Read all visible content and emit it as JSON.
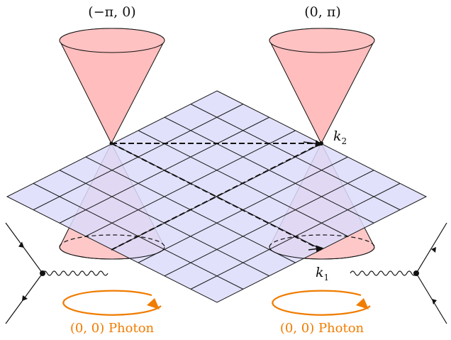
{
  "labels": {
    "cone_left_label": "(−π, 0)",
    "cone_right_label": "(0, π)",
    "k2_label": "k",
    "k2_sub": "2",
    "k1_label": "k",
    "k1_sub": "1",
    "photon_left_label": "(0, 0) Photon",
    "photon_right_label": "(0, 0) Photon"
  },
  "colors": {
    "lattice_fill": "#dcdcfb",
    "lattice_line": "#1a1a1a",
    "cone_fill": "#ff9a9a",
    "photon": "#f07c00",
    "ink": "#111111"
  }
}
